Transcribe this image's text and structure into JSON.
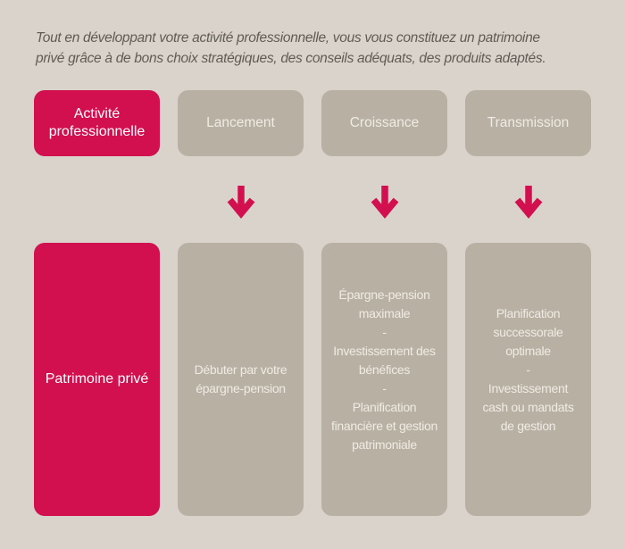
{
  "colors": {
    "background": "#dad3cc",
    "accent": "#d20f4f",
    "neutral": "#b8b0a3",
    "intro_text": "#615b55",
    "text_on_accent": "#ffffff",
    "text_on_neutral": "#efebe4"
  },
  "intro": {
    "line1": "Tout en développant votre activité professionnelle, vous vous constituez un patrimoine",
    "line2": "privé grâce à de bons choix stratégiques, des conseils adéquats, des produits adaptés."
  },
  "top_row": {
    "boxes": [
      {
        "label": "Activité professionnelle",
        "variant": "accent"
      },
      {
        "label": "Lancement",
        "variant": "neutral"
      },
      {
        "label": "Croissance",
        "variant": "neutral"
      },
      {
        "label": "Transmission",
        "variant": "neutral"
      }
    ]
  },
  "arrows": {
    "icon": "down-arrow"
  },
  "bottom_row": {
    "boxes": [
      {
        "label": "Patrimoine privé",
        "variant": "accent"
      },
      {
        "variant": "neutral",
        "lines": [
          "Débuter par votre",
          "épargne-pension"
        ]
      },
      {
        "variant": "neutral",
        "lines": [
          "Épargne-pension",
          "maximale",
          "-",
          "Investissement des",
          "bénéfices",
          "-",
          "Planification",
          "financière et gestion",
          "patrimoniale"
        ]
      },
      {
        "variant": "neutral",
        "lines": [
          "Planification",
          "successorale",
          "optimale",
          "-",
          "Investissement",
          "cash ou mandats",
          "de gestion"
        ]
      }
    ]
  }
}
